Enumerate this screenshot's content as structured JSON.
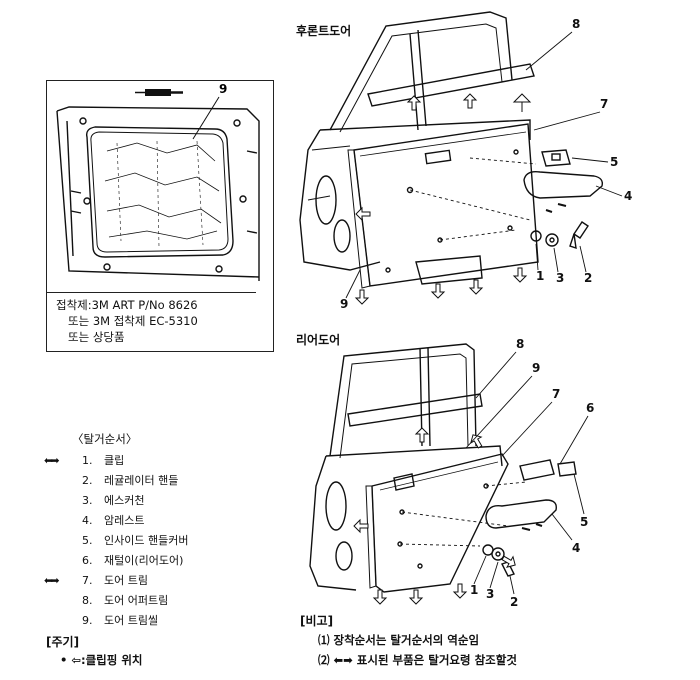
{
  "sections": {
    "front_title": "후론트도어",
    "rear_title": "리어도어"
  },
  "inset": {
    "caption": [
      "접착제:3M ART P/No 8626",
      "또는 3M 접착제 EC-5310",
      "또는 상당품"
    ],
    "callout": "9"
  },
  "removal": {
    "title": "〈탈거순서〉",
    "steps": [
      {
        "num": "1.",
        "label": "클립",
        "arrows": "⬅➡"
      },
      {
        "num": "2.",
        "label": "레귤레이터 핸들",
        "arrows": ""
      },
      {
        "num": "3.",
        "label": "에스커천",
        "arrows": ""
      },
      {
        "num": "4.",
        "label": "암레스트",
        "arrows": ""
      },
      {
        "num": "5.",
        "label": "인사이드 핸들커버",
        "arrows": ""
      },
      {
        "num": "6.",
        "label": "재털이(리어도어)",
        "arrows": ""
      },
      {
        "num": "7.",
        "label": "도어 트림",
        "arrows": "⬅➡"
      },
      {
        "num": "8.",
        "label": "도어 어퍼트림",
        "arrows": ""
      },
      {
        "num": "9.",
        "label": "도어 트림씰",
        "arrows": ""
      }
    ]
  },
  "notes": {
    "title": "[주기]",
    "clip_text": "• ⇦:클립핑 위치"
  },
  "remarks": {
    "title": "[비고]",
    "items": [
      "⑴ 장착순서는 탈거순서의 역순임",
      "⑵ ⬅➡ 표시된 부품은 탈거요령 참조할것"
    ]
  },
  "front_callouts": [
    "8",
    "7",
    "5",
    "4",
    "1",
    "3",
    "2",
    "9"
  ],
  "rear_callouts": [
    "8",
    "9",
    "7",
    "6",
    "5",
    "4",
    "1",
    "3",
    "2"
  ],
  "colors": {
    "ink": "#111111",
    "paper": "#ffffff"
  }
}
